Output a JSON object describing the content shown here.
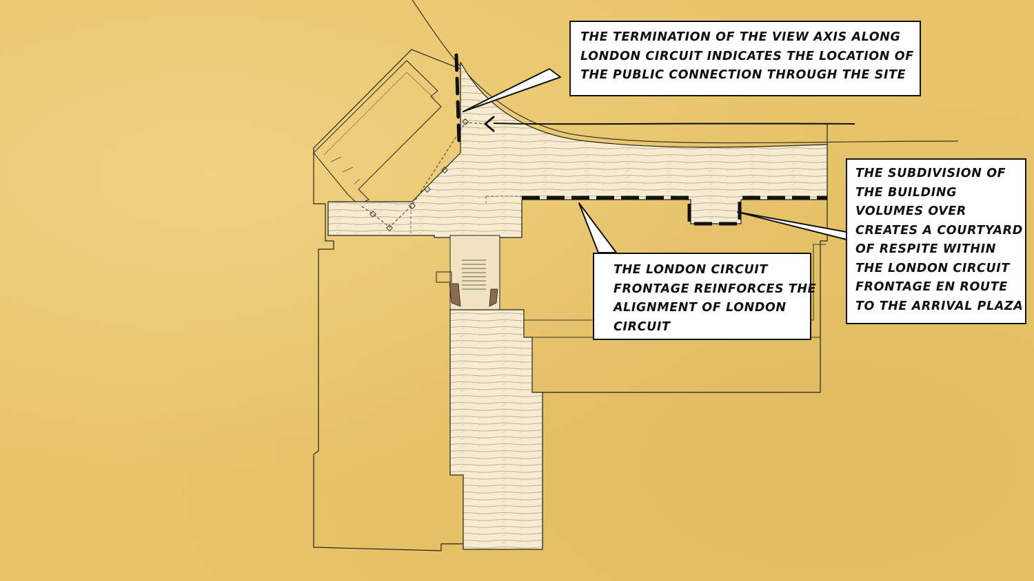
{
  "colors": {
    "paper": "#e8c46a",
    "building_fill": "#f7ecd1",
    "hatch": "#8a7a58",
    "ink": "#111111"
  },
  "callouts": {
    "view_axis": {
      "lines": [
        "THE TERMINATION OF THE VIEW AXIS ALONG",
        "LONDON CIRCUIT INDICATES THE LOCATION OF",
        "THE PUBLIC CONNECTION THROUGH THE SITE"
      ]
    },
    "frontage": {
      "lines": [
        "THE LONDON CIRCUIT",
        "FRONTAGE REINFORCES THE",
        "ALIGNMENT OF LONDON",
        "CIRCUIT"
      ]
    },
    "courtyard": {
      "lines": [
        "THE SUBDIVISION OF",
        "THE BUILDING",
        "VOLUMES OVER",
        "CREATES A COURTYARD",
        "OF RESPITE WITHIN",
        "THE LONDON CIRCUIT",
        "FRONTAGE EN ROUTE",
        "TO THE ARRIVAL PLAZA"
      ]
    }
  }
}
